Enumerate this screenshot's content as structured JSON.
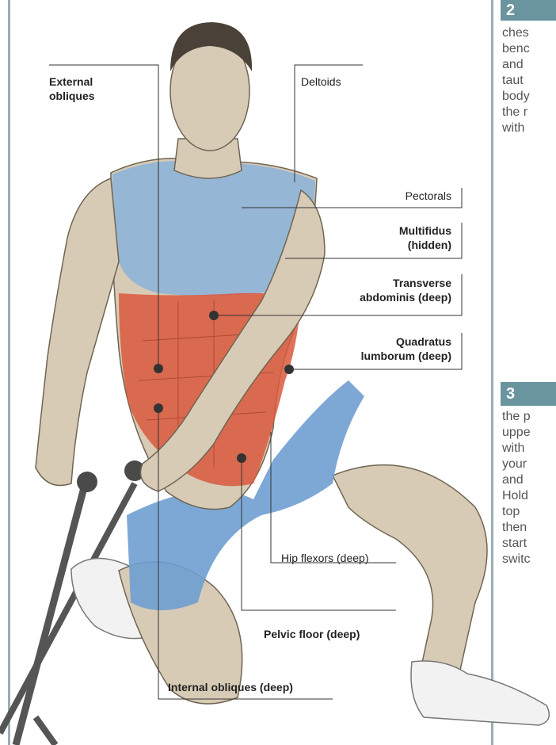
{
  "labels": {
    "external_obliques": [
      "External",
      "obliques"
    ],
    "deltoids": "Deltoids",
    "pectorals": "Pectorals",
    "multifidus": [
      "Multifidus",
      "(hidden)"
    ],
    "transverse_abdominis": [
      "Transverse",
      "abdominis (deep)"
    ],
    "quadratus_lumborum": [
      "Quadratus",
      "lumborum (deep)"
    ],
    "hip_flexors": "Hip flexors (deep)",
    "pelvic_floor": "Pelvic floor (deep)",
    "internal_obliques": "Internal obliques (deep)"
  },
  "steps": {
    "step2": {
      "number": "2",
      "lines": [
        "ches",
        "benc",
        "and",
        "taut",
        "body",
        "the r",
        "with"
      ]
    },
    "step3": {
      "number": "3",
      "lines": [
        "the p",
        "uppe",
        "with",
        "your",
        "and",
        "Hold",
        "top",
        "then",
        "start",
        "switc"
      ]
    }
  },
  "colors": {
    "accent": "#6a949e",
    "shirt": "#8fb4d8",
    "shorts": "#6f9fd2",
    "abdominals": "#d9593e",
    "skin": "#d8cbb5",
    "leader": "#333333"
  }
}
